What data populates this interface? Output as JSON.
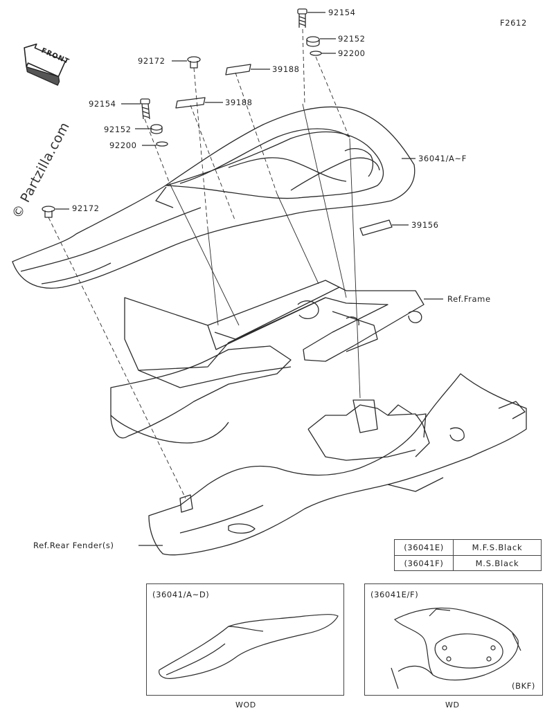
{
  "diagram": {
    "code": "F2612",
    "front_label": "FRONT",
    "watermark": "© Partzilla.com",
    "parts": {
      "p92154_top": "92154",
      "p92152_top": "92152",
      "p92200_top": "92200",
      "p92172_top": "92172",
      "p39188_top": "39188",
      "p39188_mid": "39188",
      "p92154_left": "92154",
      "p92152_left": "92152",
      "p92200_left": "92200",
      "p92172_left": "92172",
      "p36041": "36041/A~F",
      "p39156": "39156",
      "ref_frame": "Ref.Frame",
      "ref_fender": "Ref.Rear Fender(s)"
    },
    "legend": [
      {
        "code": "(36041E)",
        "desc": "M.F.S.Black"
      },
      {
        "code": "(36041F)",
        "desc": "M.S.Black"
      }
    ],
    "panel_left": {
      "title": "(36041/A~D)",
      "caption": "WOD"
    },
    "panel_right": {
      "title": "(36041E/F)",
      "tag": "(BKF)",
      "caption": "WD"
    }
  },
  "colors": {
    "line": "#2a2a2a",
    "shade": "#9a9a9a",
    "bg": "#ffffff"
  }
}
